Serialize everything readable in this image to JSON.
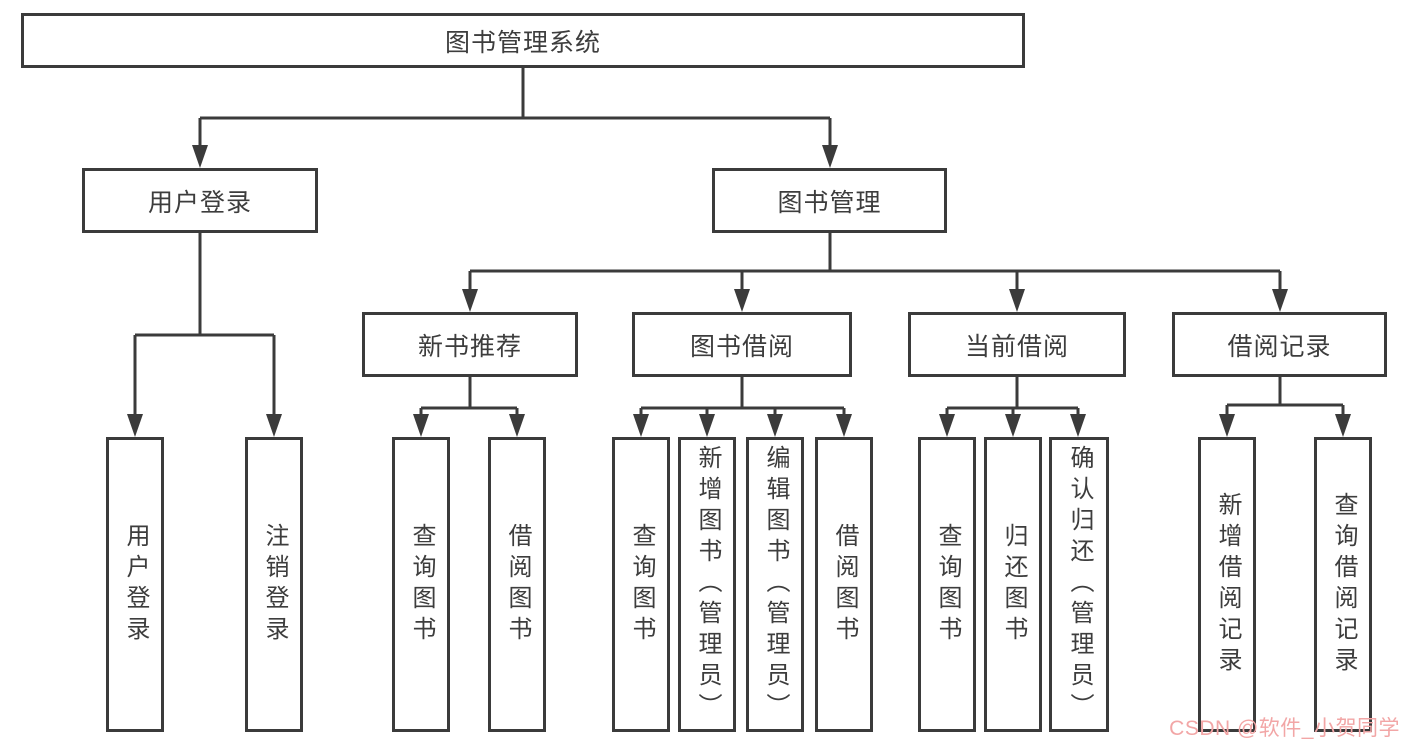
{
  "diagram": {
    "type": "tree",
    "root": {
      "label": "图书管理系统"
    },
    "branches": [
      {
        "label": "用户登录",
        "children": [
          {
            "label": "用户登录"
          },
          {
            "label": "注销登录"
          }
        ]
      },
      {
        "label": "图书管理",
        "children": [
          {
            "label": "新书推荐",
            "children": [
              {
                "label": "查询图书"
              },
              {
                "label": "借阅图书"
              }
            ]
          },
          {
            "label": "图书借阅",
            "children": [
              {
                "label": "查询图书"
              },
              {
                "label": "新增图书（管理员）"
              },
              {
                "label": "编辑图书（管理员）"
              },
              {
                "label": "借阅图书"
              }
            ]
          },
          {
            "label": "当前借阅",
            "children": [
              {
                "label": "查询图书"
              },
              {
                "label": "归还图书"
              },
              {
                "label": "确认归还（管理员）"
              }
            ]
          },
          {
            "label": "借阅记录",
            "children": [
              {
                "label": "新增借阅记录"
              },
              {
                "label": "查询借阅记录"
              }
            ]
          }
        ]
      }
    ]
  },
  "watermark": {
    "text": "CSDN @软件_小贺同学",
    "color": "#f2a6a6"
  },
  "colors": {
    "line": "#3b3b3b",
    "box_border": "#3b3b3b",
    "text": "#3d3d3d",
    "background": "#ffffff"
  }
}
